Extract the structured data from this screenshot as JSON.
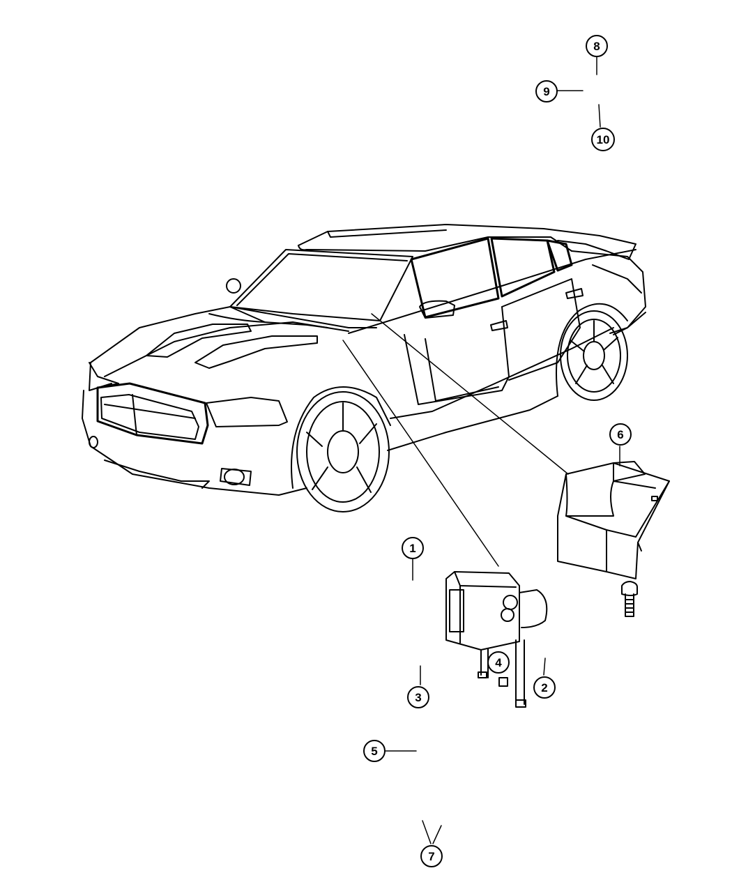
{
  "callouts": [
    {
      "id": "c1",
      "label": "1"
    },
    {
      "id": "c2",
      "label": "2"
    },
    {
      "id": "c3",
      "label": "3"
    },
    {
      "id": "c4",
      "label": "4"
    },
    {
      "id": "c5",
      "label": "5"
    },
    {
      "id": "c6",
      "label": "6"
    },
    {
      "id": "c7",
      "label": "7"
    },
    {
      "id": "c8",
      "label": "8"
    },
    {
      "id": "c9",
      "label": "9"
    },
    {
      "id": "c10",
      "label": "10"
    }
  ],
  "colors": {
    "ink": "#000000",
    "paper": "#ffffff"
  }
}
